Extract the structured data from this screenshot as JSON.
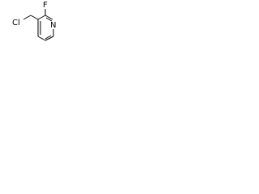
{
  "molecule": {
    "atoms": {
      "fluorine": "F",
      "chlorine": "Cl",
      "nitrogen": "N"
    },
    "colors": {
      "bond": "#000000",
      "label": "#000000",
      "background": "#ffffff"
    }
  }
}
